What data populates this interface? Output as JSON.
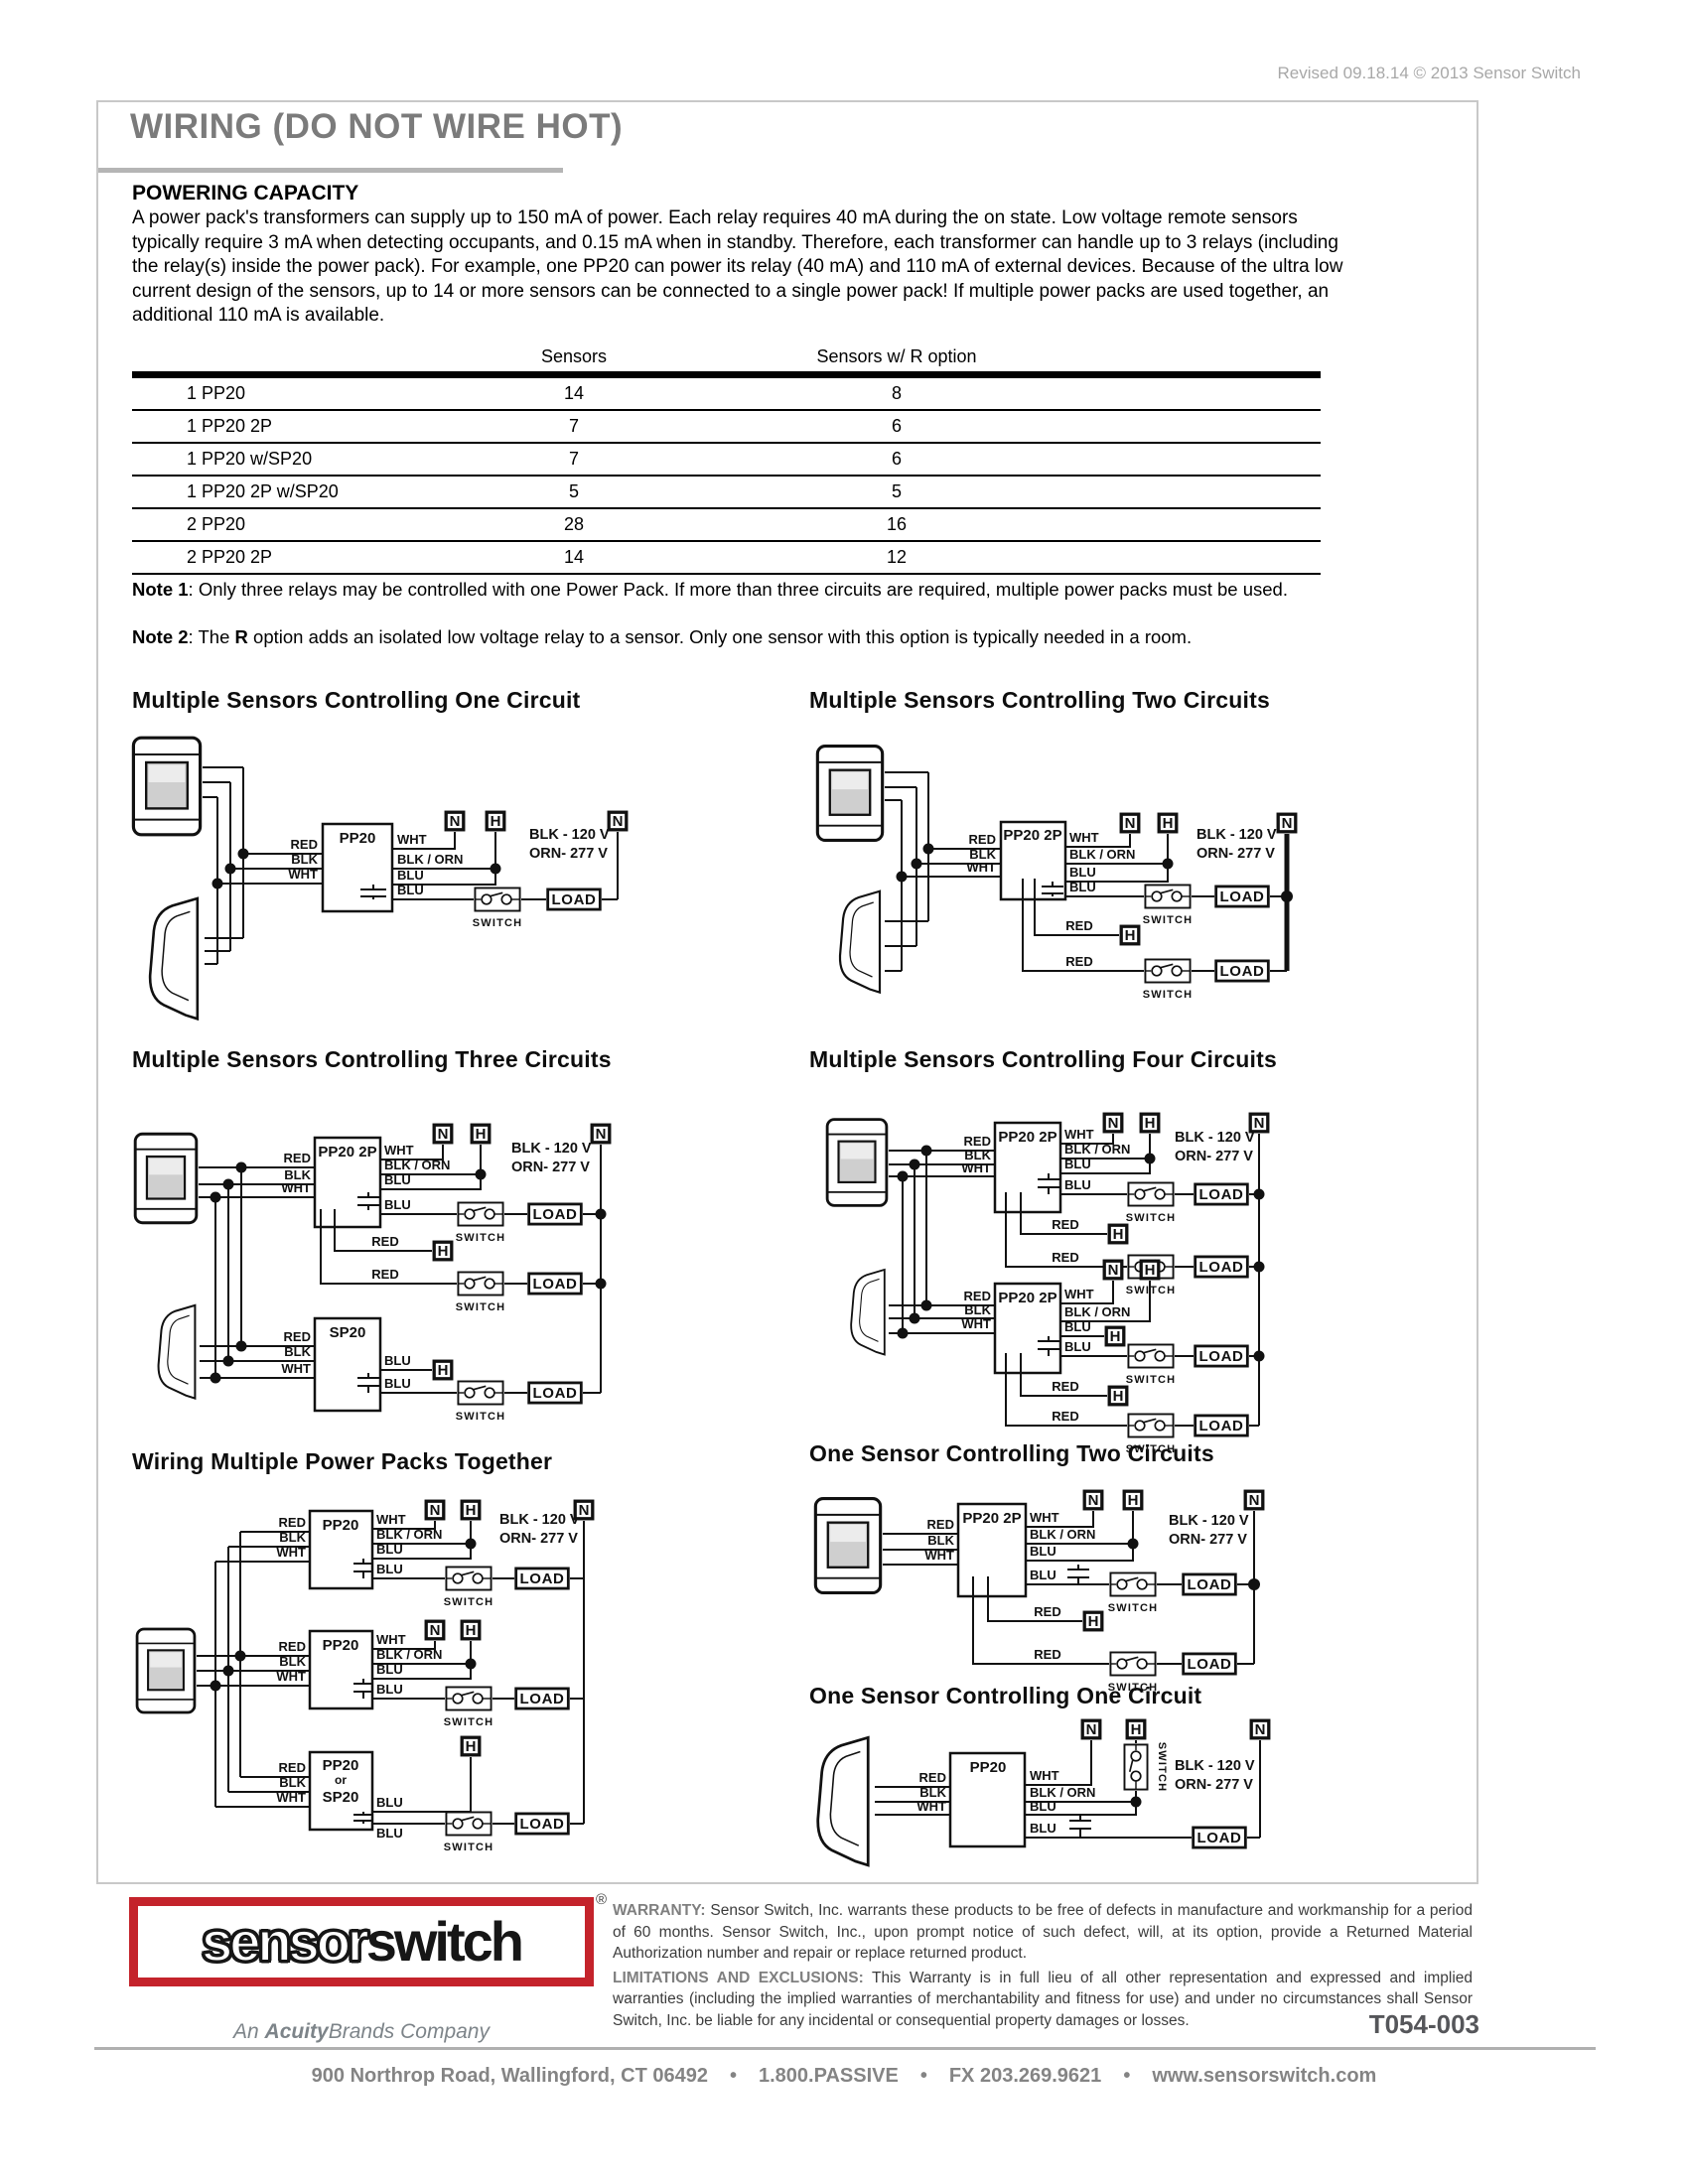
{
  "page": {
    "revision": "Revised 09.18.14 © 2013 Sensor Switch",
    "title": "WIRING (DO NOT WIRE HOT)"
  },
  "powering": {
    "heading": "POWERING CAPACITY",
    "body": "A power pack's transformers can supply up to 150 mA of power. Each relay requires 40 mA during the on state. Low voltage remote sensors typically require 3 mA when detecting occupants, and 0.15 mA when in standby. Therefore, each transformer can handle up to 3 relays (including the relay(s) inside the power pack). For example, one PP20 can power its relay (40 mA) and 110 mA of external devices. Because of the ultra low current design of the sensors, up to 14 or more sensors can be connected to a single power pack! If multiple power packs are used together, an additional 110 mA is available."
  },
  "capacity_table": {
    "columns": [
      "",
      "Sensors",
      "Sensors w/ R option"
    ],
    "rows": [
      [
        "1 PP20",
        "14",
        "8"
      ],
      [
        "1 PP20 2P",
        "7",
        "6"
      ],
      [
        "1 PP20 w/SP20",
        "7",
        "6"
      ],
      [
        "1 PP20 2P w/SP20",
        "5",
        "5"
      ],
      [
        "2 PP20",
        "28",
        "16"
      ],
      [
        "2 PP20 2P",
        "14",
        "12"
      ]
    ]
  },
  "notes": {
    "n1_label": "Note 1",
    "n1_text": ": Only three relays may be controlled with one Power Pack. If more than three circuits are required, multiple power packs must be used.",
    "n2_label": "Note 2",
    "n2_pre": ": The ",
    "n2_bold": "R",
    "n2_post": " option adds an isolated low voltage relay to a sensor. Only one sensor with this option is typically needed in a room."
  },
  "diagrams": {
    "titles": {
      "d1": "Multiple Sensors Controlling One Circuit",
      "d2": "Multiple Sensors Controlling Two Circuits",
      "d3": "Multiple Sensors Controlling Three Circuits",
      "d4": "Multiple Sensors Controlling Four Circuits",
      "d5": "Wiring Multiple Power Packs Together",
      "d6": "One Sensor Controlling Two Circuits",
      "d7": "One Sensor Controlling One Circuit"
    },
    "labels": {
      "red": "RED",
      "blk": "BLK",
      "wht": "WHT",
      "blk_orn": "BLK / ORN",
      "blu": "BLU",
      "n": "N",
      "h": "H",
      "switch": "SWITCH",
      "load": "LOAD",
      "pp20": "PP20",
      "pp20_2p": "PP20 2P",
      "sp20": "SP20",
      "or": "or",
      "volt_blk": "BLK - 120 V",
      "volt_orn": "ORN- 277 V"
    }
  },
  "footer": {
    "logo_outline": "sensor",
    "logo_solid": "switch",
    "registered": "®",
    "tagline_pre": "An ",
    "tagline_brand": "Acuity",
    "tagline_post": "Brands Company",
    "warranty_label": "WARRANTY:",
    "warranty_text": " Sensor Switch, Inc. warrants these products to be free of defects in manufacture and workmanship for a period of 60 months. Sensor Switch, Inc., upon prompt notice of such defect, will, at its option, provide a Returned Material Authorization number and repair or replace returned product.",
    "limitations_label": "LIMITATIONS AND EXCLUSIONS:",
    "limitations_text": " This Warranty is in full lieu of all other representation and expressed and implied warranties (including the implied warranties of merchantability and fitness for use) and under no circumstances shall Sensor Switch, Inc. be liable for any incidental or consequential property damages or losses.",
    "doc_number": "T054-003",
    "bullet": "•",
    "address_parts": [
      "900 Northrop Road, Wallingford, CT 06492",
      "1.800.PASSIVE",
      "FX 203.269.9621",
      "www.sensorswitch.com"
    ]
  }
}
